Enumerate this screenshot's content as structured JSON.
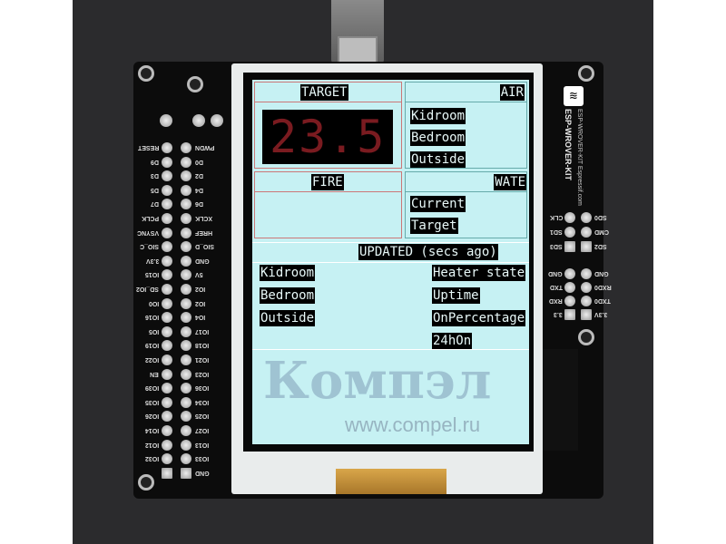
{
  "screen": {
    "target_label": "TARGET",
    "target_value": "23.5",
    "air": {
      "title": "AIR",
      "rows": [
        "Kidroom",
        "Bedroom",
        "Outside"
      ]
    },
    "fire": {
      "title": "FIRE"
    },
    "water": {
      "title": "WATE",
      "rows": [
        "Current",
        "Target"
      ]
    },
    "updated": {
      "title": "UPDATED (secs ago)",
      "left": [
        "Kidroom",
        "Bedroom",
        "Outside"
      ],
      "right": [
        "Heater state",
        "Uptime",
        "OnPercentage",
        "24hOn"
      ]
    }
  },
  "board": {
    "name": "ESP-WROVER-KIT",
    "subtitle": "ESP-WROVER-KIT Espressif.com",
    "left_labels": [
      "RESET",
      "D9",
      "D3",
      "D5",
      "D7",
      "PCLK",
      "VSYNC",
      "SIO_C",
      "3.3V",
      "IO15",
      "SD_IO2",
      "IO0",
      "IO16",
      "IO5",
      "IO19",
      "IO22",
      "EN",
      "IO39",
      "IO35",
      "IO26",
      "IO14",
      "IO12",
      "IO32"
    ],
    "right_labels": [
      "PWDN",
      "D0",
      "D2",
      "D4",
      "D6",
      "XCLK",
      "HREF",
      "SIO_D",
      "GND",
      "5V",
      "IO2",
      "IO2",
      "IO4",
      "IO17",
      "IO18",
      "IO21",
      "IO23",
      "IO36",
      "IO34",
      "IO25",
      "IO27",
      "IO13",
      "IO33",
      "GND"
    ],
    "right_header_left": [
      "CLK",
      "SD1",
      "SD3",
      "GND",
      "TXD",
      "RXD",
      "3.3"
    ],
    "right_header_right": [
      "SD0",
      "CMD",
      "SD2",
      "GND",
      "RXD0",
      "TXD0",
      "3.3V"
    ]
  },
  "watermark": {
    "logo": "Компэл",
    "url": "www.compel.ru"
  }
}
